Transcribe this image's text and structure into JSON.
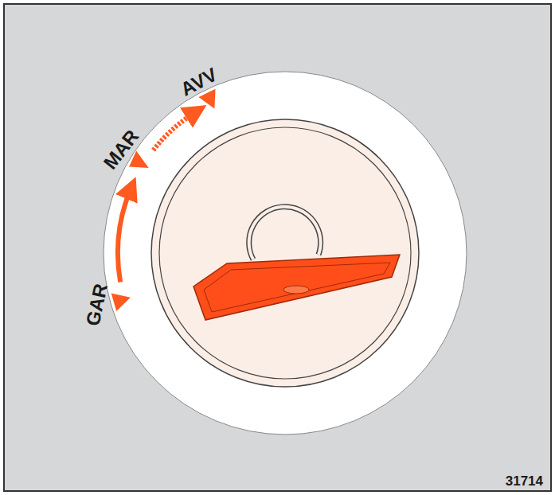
{
  "diagram": {
    "labels": [
      "GAR",
      "MAR",
      "AVV",
      "31714"
    ]
  }
}
